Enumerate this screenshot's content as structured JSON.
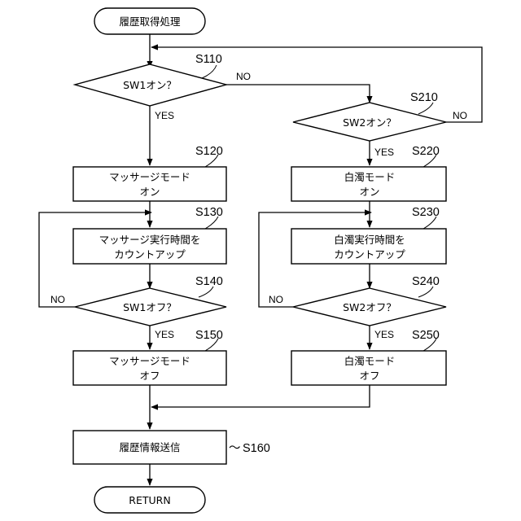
{
  "terminals": {
    "start": "履歴取得処理",
    "end": "RETURN"
  },
  "steps": {
    "s110": {
      "code": "S110",
      "text": "SW1オン？"
    },
    "s120": {
      "code": "S120",
      "line1": "マッサージモード",
      "line2": "オン"
    },
    "s130": {
      "code": "S130",
      "line1": "マッサージ実行時間を",
      "line2": "カウントアップ"
    },
    "s140": {
      "code": "S140",
      "text": "SW1オフ？"
    },
    "s150": {
      "code": "S150",
      "line1": "マッサージモード",
      "line2": "オフ"
    },
    "s160": {
      "code": "S160",
      "text": "履歴情報送信",
      "leader_prefix": "～"
    },
    "s210": {
      "code": "S210",
      "text": "SW2オン？"
    },
    "s220": {
      "code": "S220",
      "line1": "白濁モード",
      "line2": "オン"
    },
    "s230": {
      "code": "S230",
      "line1": "白濁実行時間を",
      "line2": "カウントアップ"
    },
    "s240": {
      "code": "S240",
      "text": "SW2オフ？"
    },
    "s250": {
      "code": "S250",
      "line1": "白濁モード",
      "line2": "オフ"
    }
  },
  "branch_labels": {
    "s110_yes": "YES",
    "s110_no": "NO",
    "s140_yes": "YES",
    "s140_no": "NO",
    "s210_yes": "YES",
    "s210_no": "NO",
    "s240_yes": "YES",
    "s240_no": "NO"
  }
}
